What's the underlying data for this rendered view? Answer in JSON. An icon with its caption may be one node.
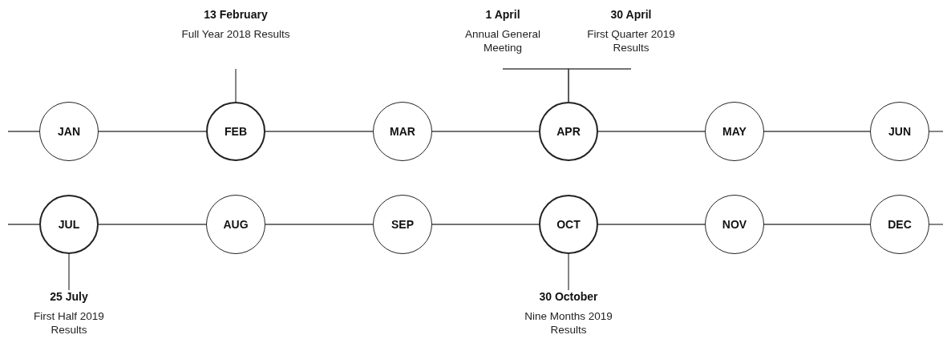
{
  "diagram": {
    "nodes": [
      {
        "text": [
          "13 February",
          "Full Year 2018 Results"
        ]
      },
      {
        "text": [
          "1 April",
          "Annual General Meeting"
        ]
      },
      {
        "text": [
          "30 April",
          "First Quarter 2019 Results"
        ]
      },
      {
        "text": [
          "JAN"
        ]
      },
      {
        "text": [
          "FEB"
        ]
      },
      {
        "text": [
          "MAR"
        ]
      },
      {
        "text": [
          "APR"
        ]
      },
      {
        "text": [
          "MAY"
        ]
      },
      {
        "text": [
          "JUN"
        ]
      },
      {
        "text": [
          "JUL"
        ]
      },
      {
        "text": [
          "AUG"
        ]
      },
      {
        "text": [
          "SEP"
        ]
      },
      {
        "text": [
          "OCT"
        ]
      },
      {
        "text": [
          "NOV"
        ]
      },
      {
        "text": [
          "DEC"
        ]
      },
      {
        "text": [
          "25 July",
          "First Half 2019 Results"
        ]
      },
      {
        "text": [
          "30 October",
          "Nine Months 2019 Results"
        ]
      }
    ],
    "edges": [
      {
        "from": 0,
        "to": 4,
        "arrow": "none"
      },
      {
        "from": 1,
        "to": 6,
        "arrow": "none"
      },
      {
        "from": 2,
        "to": 6,
        "arrow": "none"
      },
      {
        "from": null,
        "to": 3,
        "arrow": "none"
      },
      {
        "from": 3,
        "to": 4,
        "arrow": "none"
      },
      {
        "from": 4,
        "to": 5,
        "arrow": "none"
      },
      {
        "from": 5,
        "to": 6,
        "arrow": "none"
      },
      {
        "from": 6,
        "to": 7,
        "arrow": "none"
      },
      {
        "from": 7,
        "to": 8,
        "arrow": "none"
      },
      {
        "from": 8,
        "to": null,
        "arrow": "none"
      },
      {
        "from": null,
        "to": 9,
        "arrow": "none"
      },
      {
        "from": 9,
        "to": 10,
        "arrow": "none"
      },
      {
        "from": 10,
        "to": 11,
        "arrow": "none"
      },
      {
        "from": 11,
        "to": 12,
        "arrow": "none"
      },
      {
        "from": 12,
        "to": 13,
        "arrow": "none"
      },
      {
        "from": 13,
        "to": 14,
        "arrow": "none"
      },
      {
        "from": 14,
        "to": null,
        "arrow": "none"
      },
      {
        "from": 9,
        "to": 15,
        "arrow": "none"
      },
      {
        "from": 12,
        "to": 16,
        "arrow": "none"
      }
    ]
  }
}
